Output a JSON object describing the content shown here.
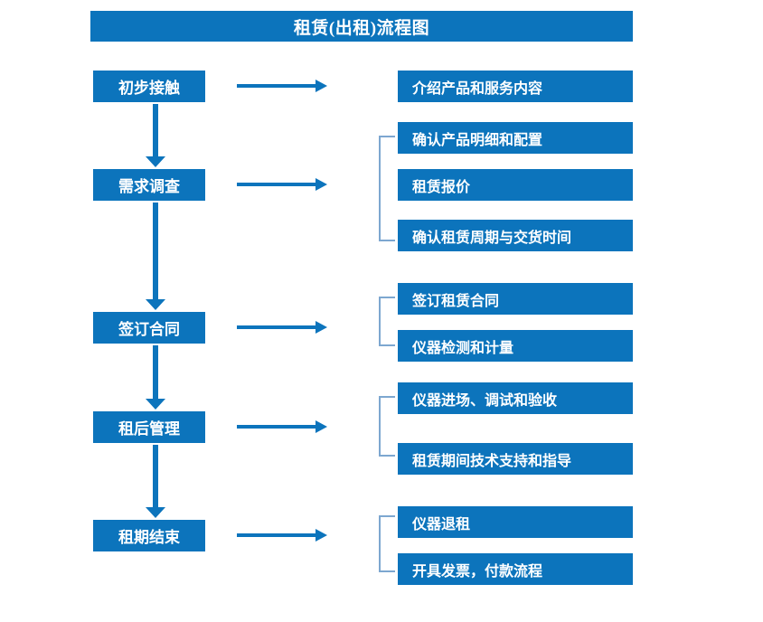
{
  "diagram": {
    "title": "租赁(出租)流程图",
    "accent_color": "#0c74bc",
    "bracket_color": "#7da7d0",
    "background_color": "#ffffff",
    "stages": [
      {
        "id": "stage-1",
        "label": "初步接触"
      },
      {
        "id": "stage-2",
        "label": "需求调查"
      },
      {
        "id": "stage-3",
        "label": "签订合同"
      },
      {
        "id": "stage-4",
        "label": "租后管理"
      },
      {
        "id": "stage-5",
        "label": "租期结束"
      }
    ],
    "details": [
      {
        "id": "detail-1-1",
        "label": "介绍产品和服务内容",
        "group": 1
      },
      {
        "id": "detail-2-1",
        "label": "确认产品明细和配置",
        "group": 2
      },
      {
        "id": "detail-2-2",
        "label": "租赁报价",
        "group": 2
      },
      {
        "id": "detail-2-3",
        "label": "确认租赁周期与交货时间",
        "group": 2
      },
      {
        "id": "detail-3-1",
        "label": "签订租赁合同",
        "group": 3
      },
      {
        "id": "detail-3-2",
        "label": "仪器检测和计量",
        "group": 3
      },
      {
        "id": "detail-4-1",
        "label": "仪器进场、调试和验收",
        "group": 4
      },
      {
        "id": "detail-4-2",
        "label": "租赁期间技术支持和指导",
        "group": 4
      },
      {
        "id": "detail-5-1",
        "label": "仪器退租",
        "group": 5
      },
      {
        "id": "detail-5-2",
        "label": "开具发票，付款流程",
        "group": 5
      }
    ]
  }
}
